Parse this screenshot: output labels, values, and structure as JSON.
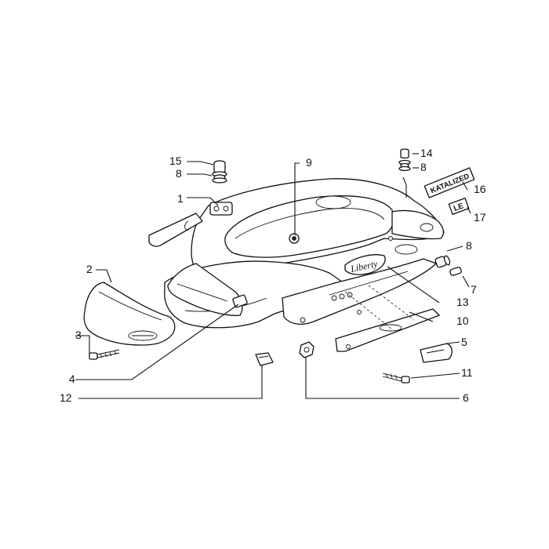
{
  "callouts": {
    "c1": "1",
    "c2": "2",
    "c3": "3",
    "c4": "4",
    "c5": "5",
    "c6": "6",
    "c7": "7",
    "c8a": "8",
    "c8b": "8",
    "c8c": "8",
    "c9": "9",
    "c10": "10",
    "c11": "11",
    "c12": "12",
    "c13": "13",
    "c14": "14",
    "c15": "15",
    "c16": "16",
    "c17": "17"
  },
  "stickers": {
    "katalized": "KATALIZED",
    "le": "LE"
  },
  "emblem": {
    "text": "Liberty"
  }
}
